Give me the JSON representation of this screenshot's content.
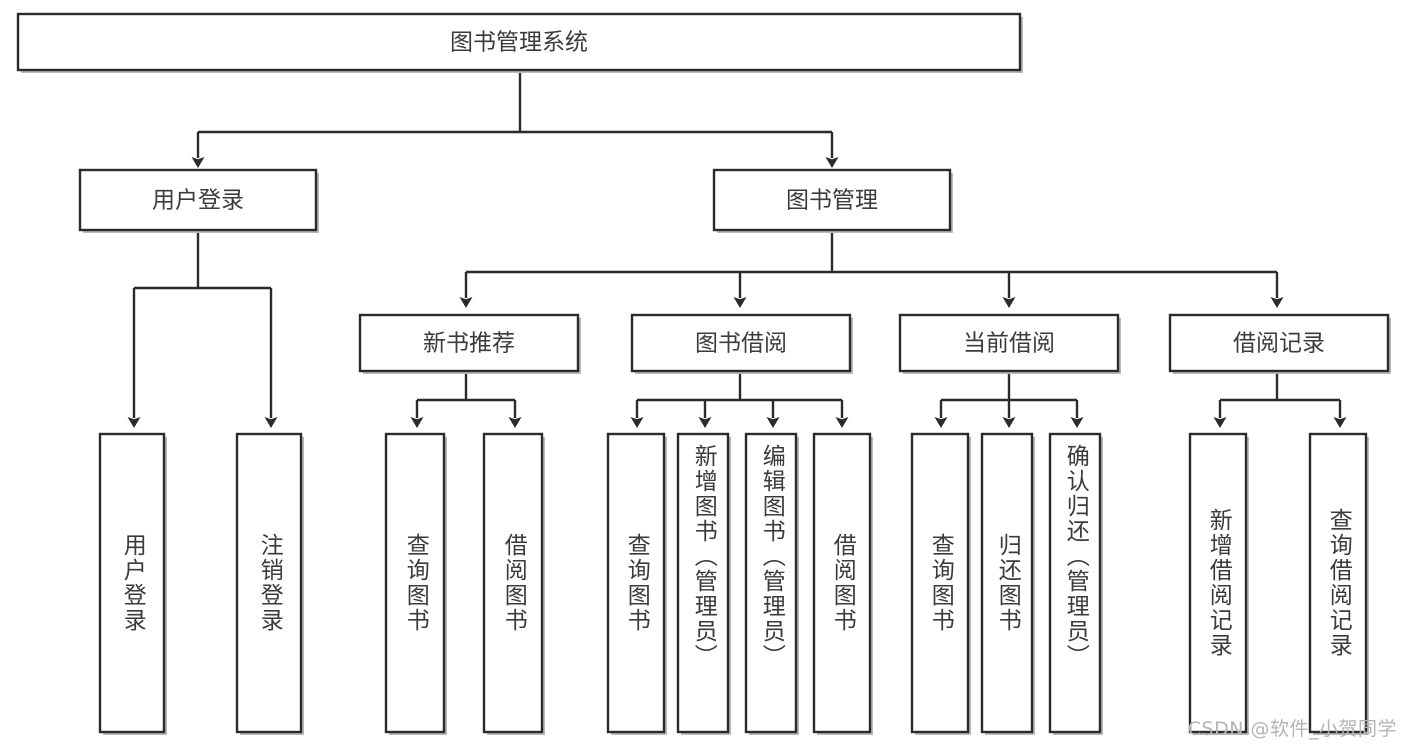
{
  "diagram": {
    "type": "tree",
    "title": "图书管理系统",
    "watermark": "CSDN @软件_小贺同学",
    "root": {
      "id": "root",
      "label": "图书管理系统"
    },
    "level2": [
      {
        "id": "user-login",
        "label": "用户登录"
      },
      {
        "id": "book-manage",
        "label": "图书管理"
      }
    ],
    "level3": [
      {
        "id": "new-book-recommend",
        "label": "新书推荐",
        "parent": "book-manage"
      },
      {
        "id": "book-borrow",
        "label": "图书借阅",
        "parent": "book-manage"
      },
      {
        "id": "current-borrow",
        "label": "当前借阅",
        "parent": "book-manage"
      },
      {
        "id": "borrow-record",
        "label": "借阅记录",
        "parent": "book-manage"
      }
    ],
    "leaves": [
      {
        "id": "leaf-user-login",
        "label": "用户登录",
        "parent": "user-login"
      },
      {
        "id": "leaf-logout",
        "label": "注销登录",
        "parent": "user-login"
      },
      {
        "id": "leaf-query-book-1",
        "label": "查询图书",
        "parent": "new-book-recommend"
      },
      {
        "id": "leaf-borrow-book-1",
        "label": "借阅图书",
        "parent": "new-book-recommend"
      },
      {
        "id": "leaf-query-book-2",
        "label": "查询图书",
        "parent": "book-borrow"
      },
      {
        "id": "leaf-add-book",
        "label": "新增图书（管理员）",
        "parent": "book-borrow"
      },
      {
        "id": "leaf-edit-book",
        "label": "编辑图书（管理员）",
        "parent": "book-borrow"
      },
      {
        "id": "leaf-borrow-book-2",
        "label": "借阅图书",
        "parent": "book-borrow"
      },
      {
        "id": "leaf-query-book-3",
        "label": "查询图书",
        "parent": "current-borrow"
      },
      {
        "id": "leaf-return-book",
        "label": "归还图书",
        "parent": "current-borrow"
      },
      {
        "id": "leaf-confirm-return",
        "label": "确认归还（管理员）",
        "parent": "current-borrow"
      },
      {
        "id": "leaf-add-record",
        "label": "新增借阅记录",
        "parent": "borrow-record"
      },
      {
        "id": "leaf-query-record",
        "label": "查询借阅记录",
        "parent": "borrow-record"
      }
    ],
    "colors": {
      "box_stroke": "#2b2b2b",
      "box_fill": "#ffffff",
      "text": "#3b3b3b",
      "shadow": "#b9b9b9",
      "watermark": "#b4b4b4"
    }
  }
}
